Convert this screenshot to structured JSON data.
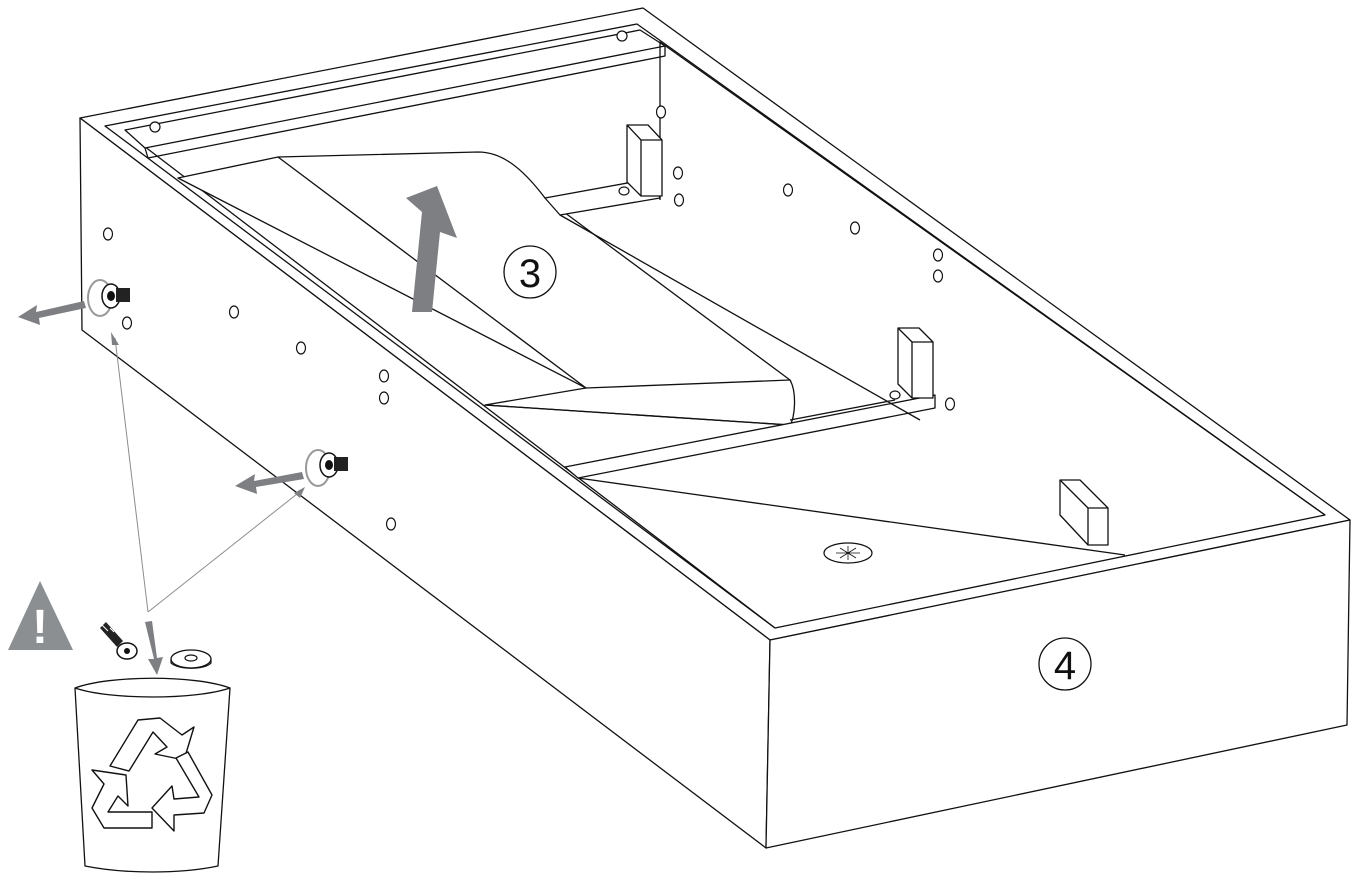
{
  "steps": [
    {
      "id": "step-3",
      "label": "3",
      "action": "lift-out-panel"
    },
    {
      "id": "step-4",
      "label": "4",
      "action": "remove-frame-side"
    }
  ],
  "callouts": {
    "warning_symbol": "!",
    "bin_icon": "recycling-bin-icon",
    "discard_parts": [
      "screw",
      "washer"
    ]
  },
  "colors": {
    "line": "#111111",
    "arrow_gray": "#7d7f82",
    "warning_gray": "#8c8f92"
  }
}
